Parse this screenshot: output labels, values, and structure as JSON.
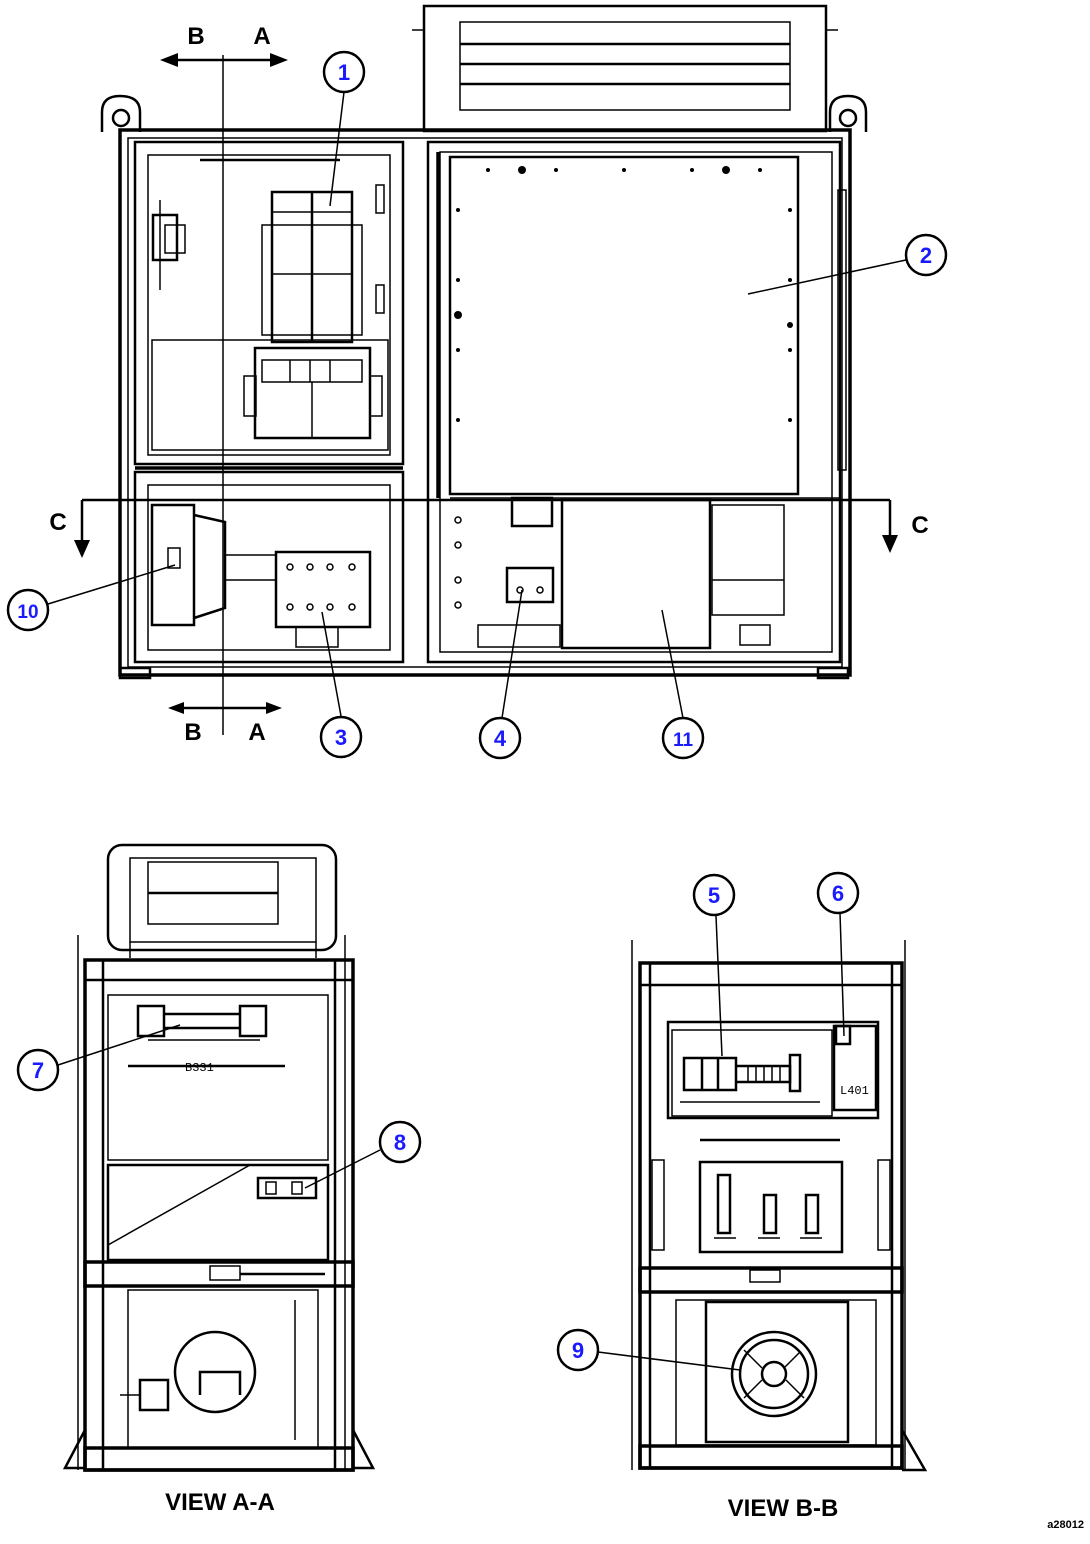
{
  "section_letters": {
    "top_left": "B",
    "top_right": "A",
    "bottom_left": "B",
    "bottom_right": "A",
    "mid_left": "C",
    "mid_right": "C"
  },
  "callouts": [
    "1",
    "2",
    "3",
    "4",
    "5",
    "6",
    "7",
    "8",
    "9",
    "10",
    "11"
  ],
  "panel_labels": {
    "view_a_plate": "B331",
    "view_b_plate": "L401"
  },
  "view_labels": {
    "view_a": "VIEW A-A",
    "view_b": "VIEW B-B"
  },
  "reference_code": "a28012"
}
